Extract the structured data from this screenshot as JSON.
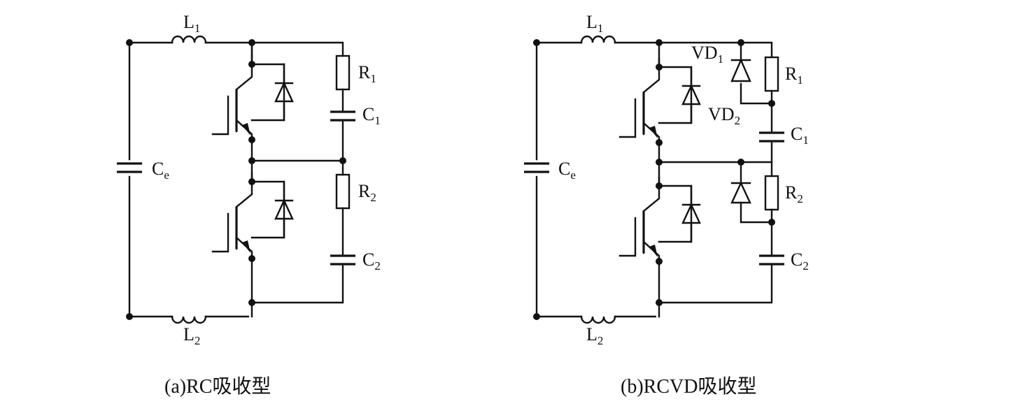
{
  "figure_a": {
    "caption": "(a)RC吸收型",
    "labels": {
      "L1": {
        "main": "L",
        "sub": "1"
      },
      "L2": {
        "main": "L",
        "sub": "2"
      },
      "Ce": {
        "main": "C",
        "sub": "e"
      },
      "R1": {
        "main": "R",
        "sub": "1"
      },
      "C1": {
        "main": "C",
        "sub": "1"
      },
      "R2": {
        "main": "R",
        "sub": "2"
      },
      "C2": {
        "main": "C",
        "sub": "2"
      }
    }
  },
  "figure_b": {
    "caption": "(b)RCVD吸收型",
    "labels": {
      "L1": {
        "main": "L",
        "sub": "1"
      },
      "L2": {
        "main": "L",
        "sub": "2"
      },
      "Ce": {
        "main": "C",
        "sub": "e"
      },
      "VD1": {
        "main": "VD",
        "sub": "1"
      },
      "VD2": {
        "main": "VD",
        "sub": "2"
      },
      "R1": {
        "main": "R",
        "sub": "1"
      },
      "C1": {
        "main": "C",
        "sub": "1"
      },
      "R2": {
        "main": "R",
        "sub": "2"
      },
      "C2": {
        "main": "C",
        "sub": "2"
      }
    }
  }
}
